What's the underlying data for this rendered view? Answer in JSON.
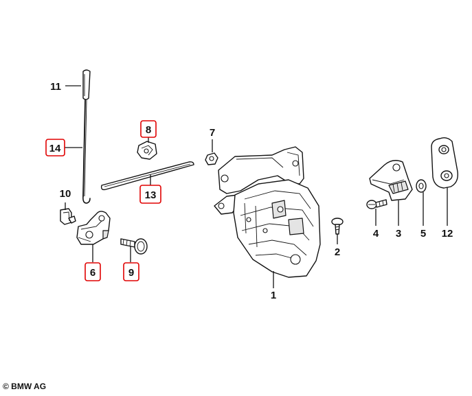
{
  "labels": {
    "p1": "1",
    "p2": "2",
    "p3": "3",
    "p4": "4",
    "p5": "5",
    "p6": "6",
    "p7": "7",
    "p8": "8",
    "p9": "9",
    "p10": "10",
    "p11": "11",
    "p12": "12",
    "p13": "13",
    "p14": "14"
  },
  "highlighted": [
    "6",
    "8",
    "9",
    "13",
    "14"
  ],
  "highlight_color": "#e00000",
  "copyright": "© BMW AG"
}
